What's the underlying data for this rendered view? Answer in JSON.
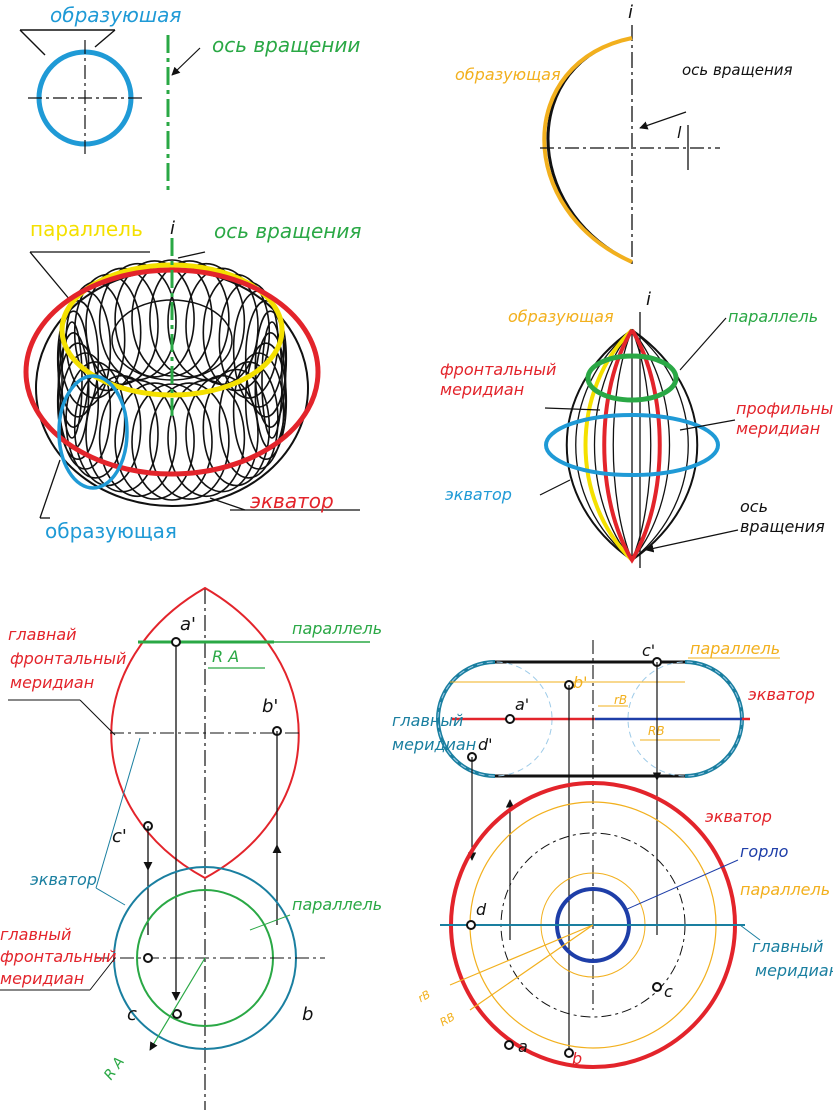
{
  "colors": {
    "blue": "#1f9ad6",
    "green": "#2aa845",
    "yellow": "#f4e000",
    "orange": "#f2b01e",
    "red": "#e3242b",
    "darkblue": "#1e3ea8",
    "teal": "#1a7fa0",
    "black": "#111111"
  },
  "panel_torus_top": {
    "generatrix": "образуюшая",
    "axis": "ось вращении"
  },
  "panel_torus": {
    "parallel": "параллель",
    "axis_letter": "i",
    "axis": "ось вращения",
    "equator": "экватор",
    "generatrix": "образующая"
  },
  "panel_halfarc": {
    "axis_letter": "i",
    "generatrix": "образующая",
    "axis": "ось вращения",
    "small_letter": "l"
  },
  "panel_ellipsoid": {
    "axis_letter": "i",
    "generatrix": "образующая",
    "parallel": "параллель",
    "front_meridian": "фронтальный меридиан",
    "profile_meridian": "профильный меридиан",
    "equator": "экватор",
    "axis": "ось вращения"
  },
  "panel_lens": {
    "main_front_meridian": "главнай фронтальный меридиан",
    "parallel": "параллель",
    "radius": "R A",
    "point_a1": "a'",
    "point_b1": "b'",
    "point_c1": "c'",
    "equator": "экватор",
    "parallel2": "параллель",
    "main_front_meridian2": "главный фронтальный меридиан",
    "point_c": "c",
    "point_b": "b",
    "radius2": "R A"
  },
  "panel_capsule": {
    "point_c1": "c'",
    "parallel": "параллель",
    "point_b1": "b'",
    "point_a1": "a'",
    "equator": "экватор",
    "rb_small": "rB",
    "RB": "RB",
    "main_meridian": "главный меридиан",
    "point_d1": "d'",
    "equator2": "экватор",
    "throat": "горло",
    "parallel2": "параллель",
    "point_d": "d",
    "main_meridian2": "главный меридиан",
    "point_c": "c",
    "rb_label": "rB",
    "RB_label": "RB",
    "point_a": "a",
    "point_b": "b"
  }
}
